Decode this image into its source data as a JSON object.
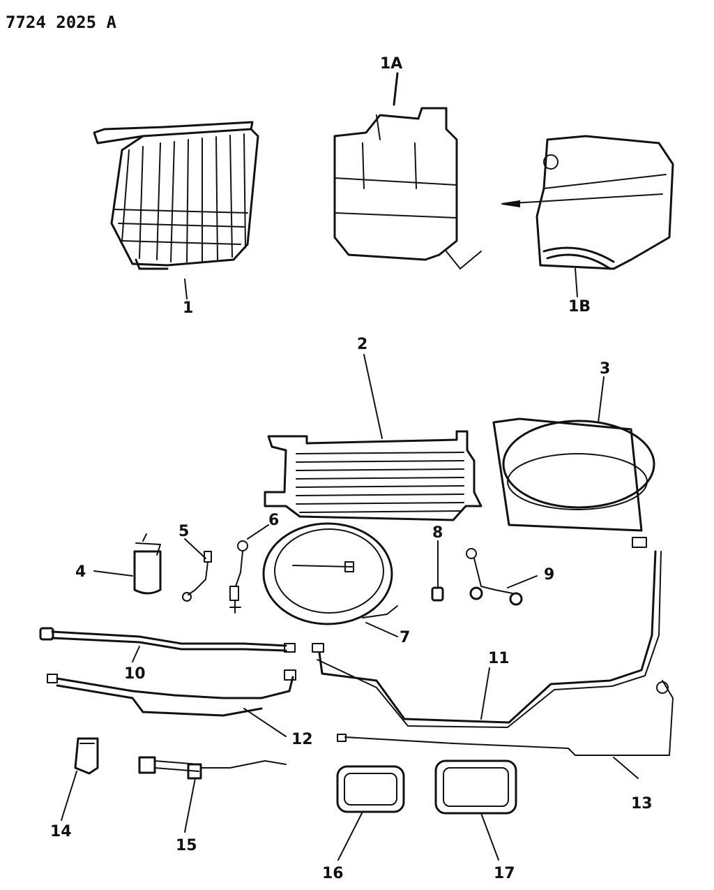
{
  "document_id": "7724 2025 A",
  "callouts": {
    "c1": "1",
    "c1a": "1A",
    "c1b": "1B",
    "c2": "2",
    "c3": "3",
    "c4": "4",
    "c5": "5",
    "c6": "6",
    "c7": "7",
    "c8": "8",
    "c9": "9",
    "c10": "10",
    "c11": "11",
    "c12": "12",
    "c13": "13",
    "c14": "14",
    "c15": "15",
    "c16": "16",
    "c17": "17"
  }
}
